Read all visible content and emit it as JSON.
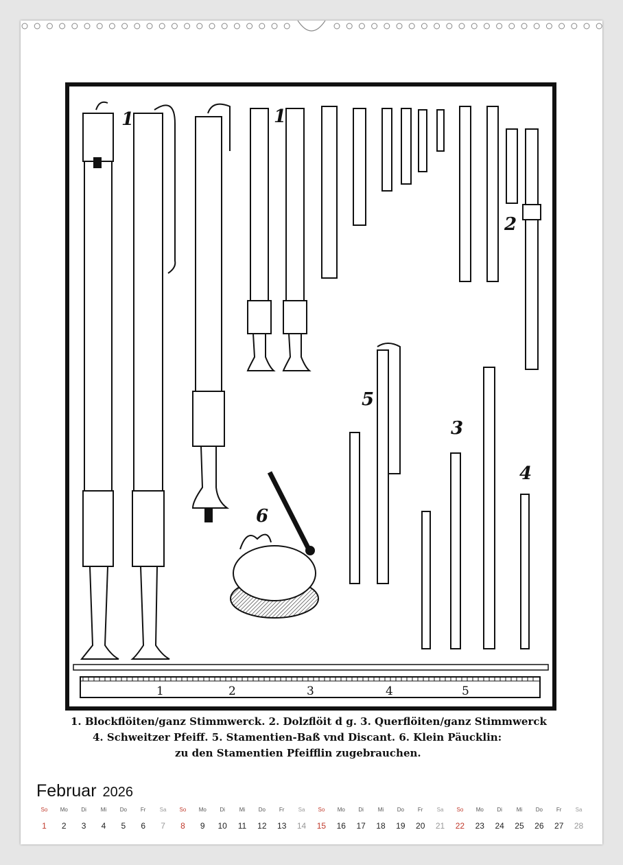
{
  "caption": {
    "line1": "1. Blockflöiten/ganz Stimmwerck.   2. Dolzflöit d g.   3. Querflöiten/ganz Stimmwerck",
    "line2": "4. Schweitzer Pfeiff.   5. Stamentien-Baß vnd Discant.   6. Klein Päucklin:",
    "line3": "zu den Stamentien Pfeifflin zugebrauchen."
  },
  "scale_labels": [
    "1",
    "2",
    "3",
    "4",
    "5"
  ],
  "figure_numbers": {
    "n1a": "1",
    "n1b": "1",
    "n2": "2",
    "n3": "3",
    "n4": "4",
    "n5": "5",
    "n6": "6"
  },
  "calendar": {
    "month": "Februar",
    "year": "2026",
    "days": [
      {
        "wd": "So",
        "d": "1"
      },
      {
        "wd": "Mo",
        "d": "2"
      },
      {
        "wd": "Di",
        "d": "3"
      },
      {
        "wd": "Mi",
        "d": "4"
      },
      {
        "wd": "Do",
        "d": "5"
      },
      {
        "wd": "Fr",
        "d": "6"
      },
      {
        "wd": "Sa",
        "d": "7"
      },
      {
        "wd": "So",
        "d": "8"
      },
      {
        "wd": "Mo",
        "d": "9"
      },
      {
        "wd": "Di",
        "d": "10"
      },
      {
        "wd": "Mi",
        "d": "11"
      },
      {
        "wd": "Do",
        "d": "12"
      },
      {
        "wd": "Fr",
        "d": "13"
      },
      {
        "wd": "Sa",
        "d": "14"
      },
      {
        "wd": "So",
        "d": "15"
      },
      {
        "wd": "Mo",
        "d": "16"
      },
      {
        "wd": "Di",
        "d": "17"
      },
      {
        "wd": "Mi",
        "d": "18"
      },
      {
        "wd": "Do",
        "d": "19"
      },
      {
        "wd": "Fr",
        "d": "20"
      },
      {
        "wd": "Sa",
        "d": "21"
      },
      {
        "wd": "So",
        "d": "22"
      },
      {
        "wd": "Mo",
        "d": "23"
      },
      {
        "wd": "Di",
        "d": "24"
      },
      {
        "wd": "Mi",
        "d": "25"
      },
      {
        "wd": "Do",
        "d": "26"
      },
      {
        "wd": "Fr",
        "d": "27"
      },
      {
        "wd": "Sa",
        "d": "28"
      }
    ]
  },
  "colors": {
    "sunday": "#c0392b",
    "saturday": "#999999",
    "ink": "#111111"
  }
}
